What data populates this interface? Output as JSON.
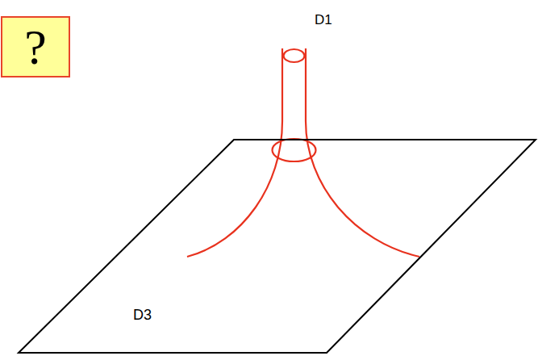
{
  "diagram": {
    "nodes": [
      {
        "text": [
          "?"
        ]
      },
      {
        "text": [
          "D3"
        ]
      }
    ],
    "labels": [
      "D1"
    ]
  }
}
